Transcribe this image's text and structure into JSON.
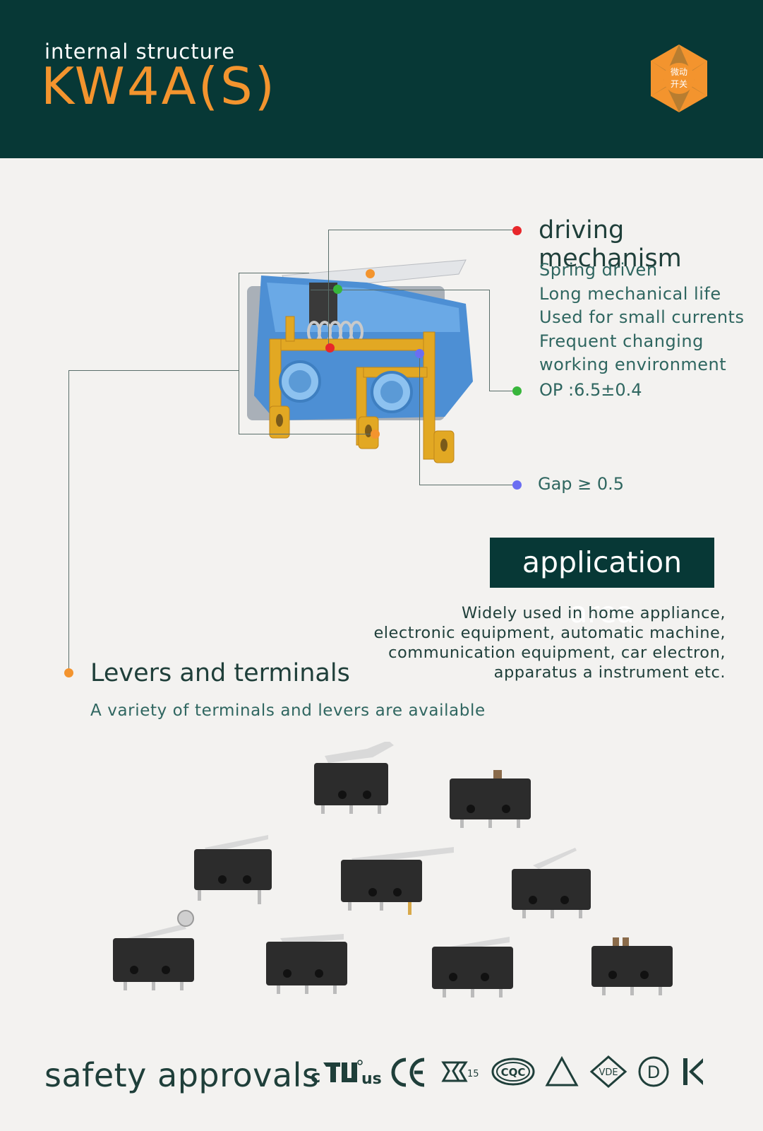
{
  "header": {
    "subtitle": "internal structure",
    "title": "KW4A(S)",
    "logo_text_1": "微动",
    "logo_text_2": "开关"
  },
  "driving_mechanism": {
    "title": "driving mechanism",
    "features": [
      "Spring driven",
      "Long mechanical life",
      "Used for small currents",
      "Frequent changing",
      "working environment"
    ],
    "op": "OP :6.5±0.4",
    "gap": "Gap ≥ 0.5"
  },
  "application_area": {
    "title": "application area",
    "lines": [
      "Widely used in home appliance,",
      "electronic equipment, automatic machine,",
      "communication equipment, car electron,",
      "apparatus a instrument etc."
    ]
  },
  "levers": {
    "title": "Levers and terminals",
    "description": "A variety of terminals and levers are available"
  },
  "safety": {
    "title": "safety approvals",
    "certifications": [
      "cURus-icon",
      "ce-icon",
      "ccc-15-icon",
      "cqc-icon",
      "triangle-icon",
      "vde-icon",
      "d-icon",
      "k-icon"
    ],
    "ccc_number": "15",
    "cqc_label": "CQC",
    "vde_label": "VDE",
    "d_label": "D"
  },
  "colors": {
    "header_bg": "#073836",
    "accent_orange": "#f3942e",
    "red": "#e8272b",
    "green": "#38b63c",
    "blue": "#6b6ef2"
  }
}
